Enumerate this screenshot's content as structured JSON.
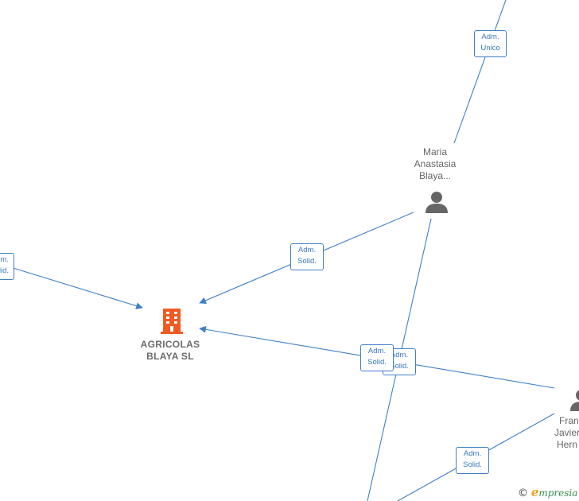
{
  "colors": {
    "edge": "#3f7fc8",
    "edge_label_text": "#3a78c2",
    "person_icon": "#666666",
    "company_icon": "#f05a22",
    "label_text": "#666666"
  },
  "nodes": {
    "company": {
      "name_line1": "AGRICOLAS",
      "name_line2": "BLAYA  SL",
      "icon": "building-icon"
    },
    "maria": {
      "name_line1": "Maria",
      "name_line2": "Anastasia",
      "name_line3": "Blaya...",
      "icon": "person-icon"
    },
    "francisco": {
      "name_line1": "Fran",
      "name_line2": "Javier",
      "name_line3": "Hern",
      "icon": "person-icon"
    }
  },
  "edge_labels": {
    "top_unico": {
      "line1": "Adm.",
      "line2": "Unico"
    },
    "maria_company": {
      "line1": "Adm.",
      "line2": "Solid."
    },
    "left_partial": {
      "line1": "Adm.",
      "line2": "Solid."
    },
    "center_back": {
      "line1": "Adm.",
      "line2": "Solid."
    },
    "center_front": {
      "line1": "Adm.",
      "line2": "Solid."
    },
    "bottom_right": {
      "line1": "Adm.",
      "line2": "Solid."
    }
  },
  "watermark": {
    "copyright": "©",
    "brand_initial": "e",
    "brand_rest": "mpresia"
  }
}
